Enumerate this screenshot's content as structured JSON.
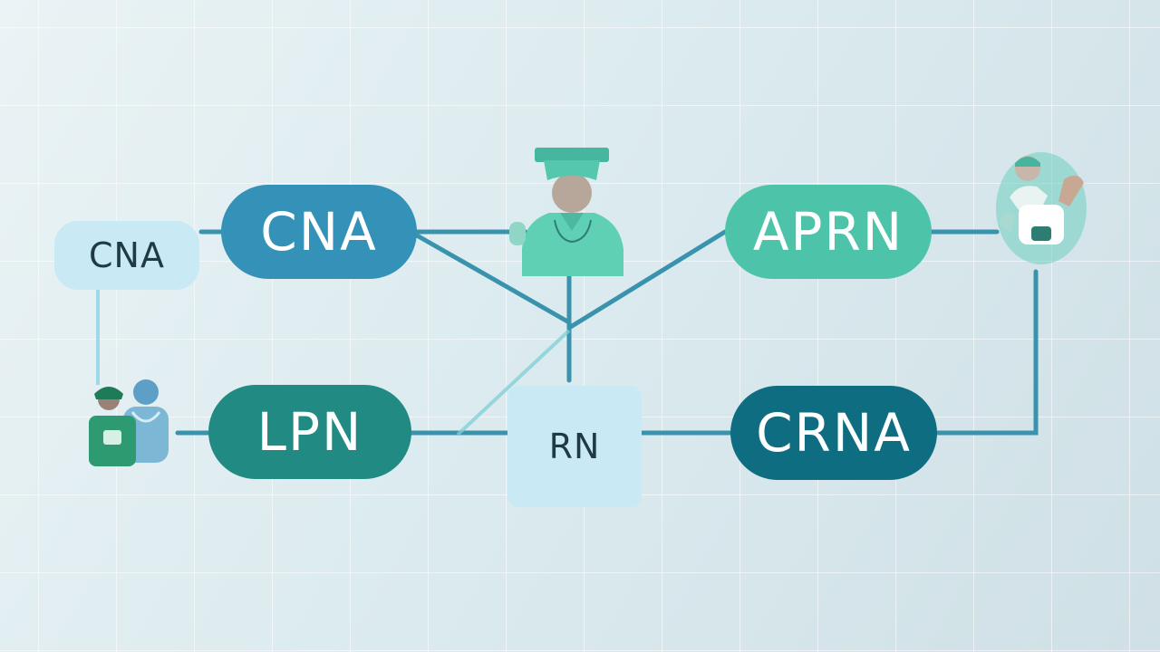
{
  "nodes": {
    "cna_small": "CNA",
    "cna_main": "CNA",
    "lpn": "LPN",
    "rn": "RN",
    "aprn": "APRN",
    "crna": "CRNA"
  },
  "colors": {
    "cna_main": "#3492b8",
    "lpn": "#218a83",
    "aprn": "#4dc4aa",
    "crna": "#0f6d82",
    "soft_box": "#c9eaf5",
    "connector": "#3a93ad"
  },
  "icons": [
    "nurse-figure-icon",
    "patient-care-icon",
    "caregiver-pair-icon"
  ]
}
